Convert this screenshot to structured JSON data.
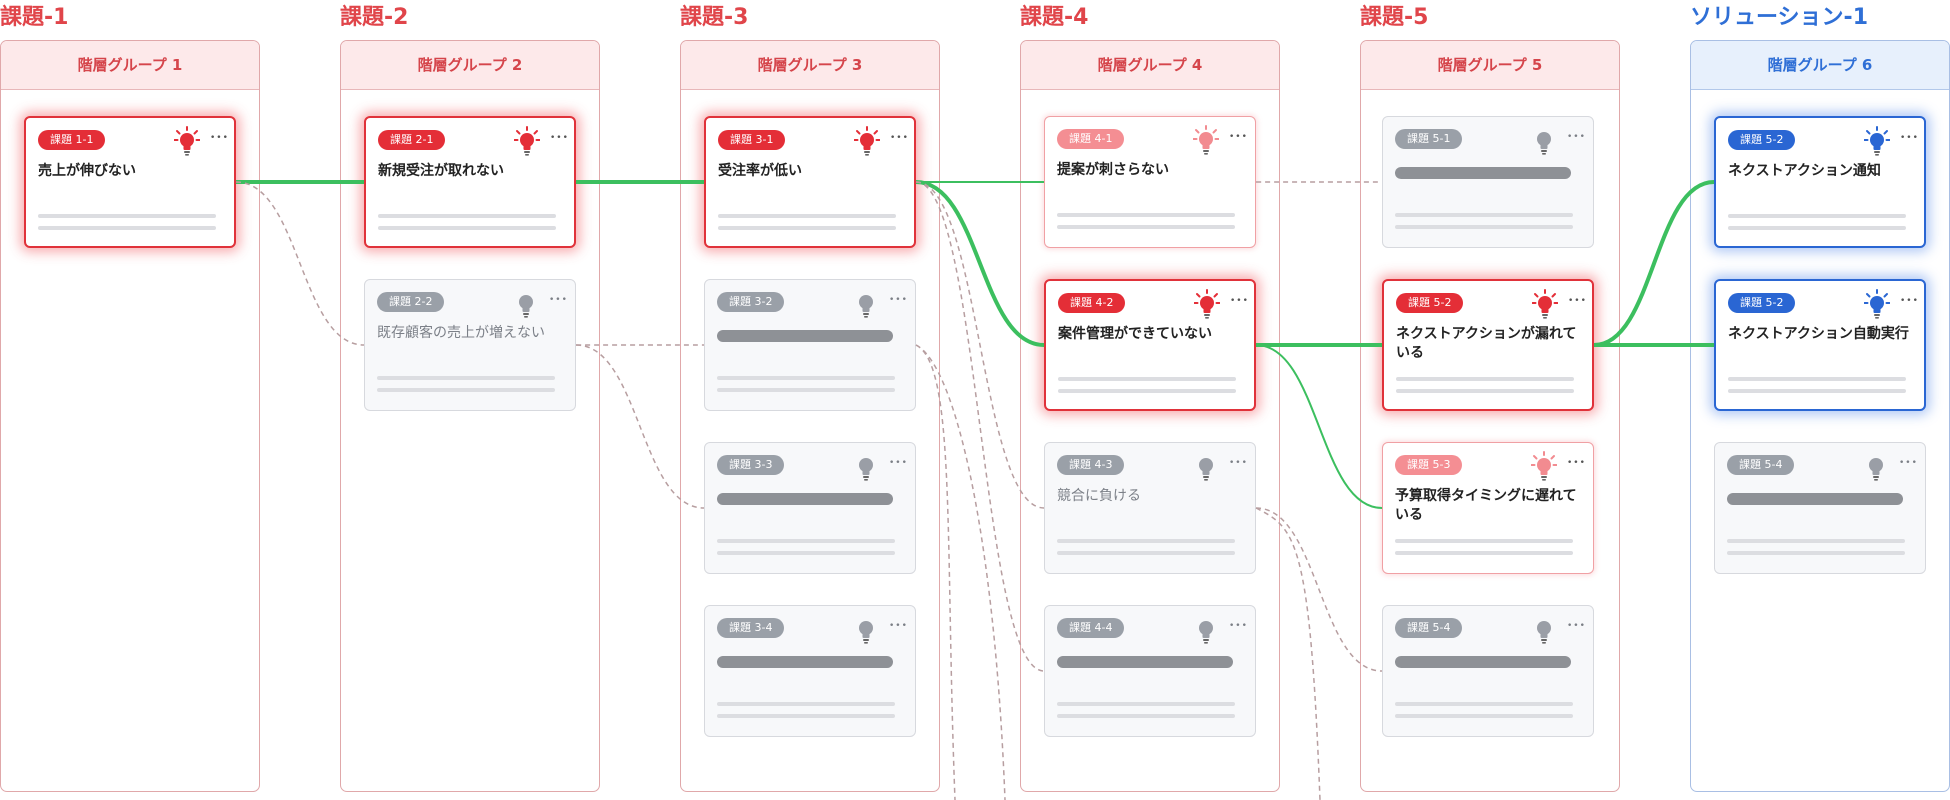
{
  "columns": [
    {
      "heading": "課題-1",
      "group": "階層グループ 1",
      "theme": "red"
    },
    {
      "heading": "課題-2",
      "group": "階層グループ 2",
      "theme": "red"
    },
    {
      "heading": "課題-3",
      "group": "階層グループ 3",
      "theme": "red"
    },
    {
      "heading": "課題-4",
      "group": "階層グループ 4",
      "theme": "red"
    },
    {
      "heading": "課題-5",
      "group": "階層グループ 5",
      "theme": "red"
    },
    {
      "heading": "ソリューション-1",
      "group": "階層グループ 6",
      "theme": "blue"
    }
  ],
  "cards": [
    {
      "id": "c11",
      "col": 0,
      "row": 0,
      "badge": "課題 1-1",
      "title": "売上が伸びない",
      "state": "active"
    },
    {
      "id": "c21",
      "col": 1,
      "row": 0,
      "badge": "課題 2-1",
      "title": "新規受注が取れない",
      "state": "active"
    },
    {
      "id": "c22",
      "col": 1,
      "row": 1,
      "badge": "課題 2-2",
      "title": "既存顧客の売上が増えない",
      "state": "muted"
    },
    {
      "id": "c31",
      "col": 2,
      "row": 0,
      "badge": "課題 3-1",
      "title": "受注率が低い",
      "state": "active"
    },
    {
      "id": "c32",
      "col": 2,
      "row": 1,
      "badge": "課題 3-2",
      "title": "",
      "state": "muted"
    },
    {
      "id": "c33",
      "col": 2,
      "row": 2,
      "badge": "課題 3-3",
      "title": "",
      "state": "muted"
    },
    {
      "id": "c34",
      "col": 2,
      "row": 3,
      "badge": "課題 3-4",
      "title": "",
      "state": "muted"
    },
    {
      "id": "c41",
      "col": 3,
      "row": 0,
      "badge": "課題 4-1",
      "title": "提案が刺さらない",
      "state": "soft"
    },
    {
      "id": "c42",
      "col": 3,
      "row": 1,
      "badge": "課題 4-2",
      "title": "案件管理ができていない",
      "state": "active"
    },
    {
      "id": "c43",
      "col": 3,
      "row": 2,
      "badge": "課題 4-3",
      "title": "競合に負ける",
      "state": "muted"
    },
    {
      "id": "c44",
      "col": 3,
      "row": 3,
      "badge": "課題 4-4",
      "title": "",
      "state": "muted"
    },
    {
      "id": "c51",
      "col": 4,
      "row": 0,
      "badge": "課題 5-1",
      "title": "",
      "state": "muted"
    },
    {
      "id": "c52",
      "col": 4,
      "row": 1,
      "badge": "課題 5-2",
      "title": "ネクストアクションが漏れている",
      "state": "active"
    },
    {
      "id": "c53",
      "col": 4,
      "row": 2,
      "badge": "課題 5-3",
      "title": "予算取得タイミングに遅れている",
      "state": "soft"
    },
    {
      "id": "c54",
      "col": 4,
      "row": 3,
      "badge": "課題 5-4",
      "title": "",
      "state": "muted"
    },
    {
      "id": "c61",
      "col": 5,
      "row": 0,
      "badge": "課題 5-2",
      "title": "ネクストアクション通知",
      "state": "sol"
    },
    {
      "id": "c62",
      "col": 5,
      "row": 1,
      "badge": "課題 5-2",
      "title": "ネクストアクション自動実行",
      "state": "sol"
    },
    {
      "id": "c63",
      "col": 5,
      "row": 2,
      "badge": "課題 5-4",
      "title": "",
      "state": "muted"
    }
  ],
  "links": [
    {
      "from": "c11",
      "to": "c21",
      "style": "primary"
    },
    {
      "from": "c21",
      "to": "c31",
      "style": "primary"
    },
    {
      "from": "c31",
      "to": "c42",
      "style": "primary"
    },
    {
      "from": "c42",
      "to": "c52",
      "style": "primary"
    },
    {
      "from": "c52",
      "to": "c61",
      "style": "primary"
    },
    {
      "from": "c52",
      "to": "c62",
      "style": "primary"
    },
    {
      "from": "c31",
      "to": "c41",
      "style": "secondary"
    },
    {
      "from": "c42",
      "to": "c53",
      "style": "secondary"
    },
    {
      "from": "c11",
      "to": "c22",
      "style": "dashed"
    },
    {
      "from": "c22",
      "to": "c32",
      "style": "dashed"
    },
    {
      "from": "c22",
      "to": "c33",
      "style": "dashed"
    },
    {
      "from": "c31",
      "to": "c43",
      "style": "dashed"
    },
    {
      "from": "c31",
      "to": "c44",
      "style": "dashed"
    },
    {
      "from": "c41",
      "to": "c51",
      "style": "dashed"
    },
    {
      "from": "c43",
      "to": "c54",
      "style": "dashed"
    },
    {
      "from": "c32",
      "to": "offpage-a",
      "style": "dashed"
    },
    {
      "from": "c32",
      "to": "offpage-b",
      "style": "dashed"
    },
    {
      "from": "c43",
      "to": "offpage-c",
      "style": "dashed"
    }
  ],
  "colors": {
    "accent_red": "#e42e37",
    "accent_blue": "#2a66d3",
    "link_green": "#3cbf5f",
    "link_dashed": "#b79ea0"
  },
  "icons": {
    "bulb": "lightbulb-icon",
    "menu": "more-dots-icon"
  }
}
